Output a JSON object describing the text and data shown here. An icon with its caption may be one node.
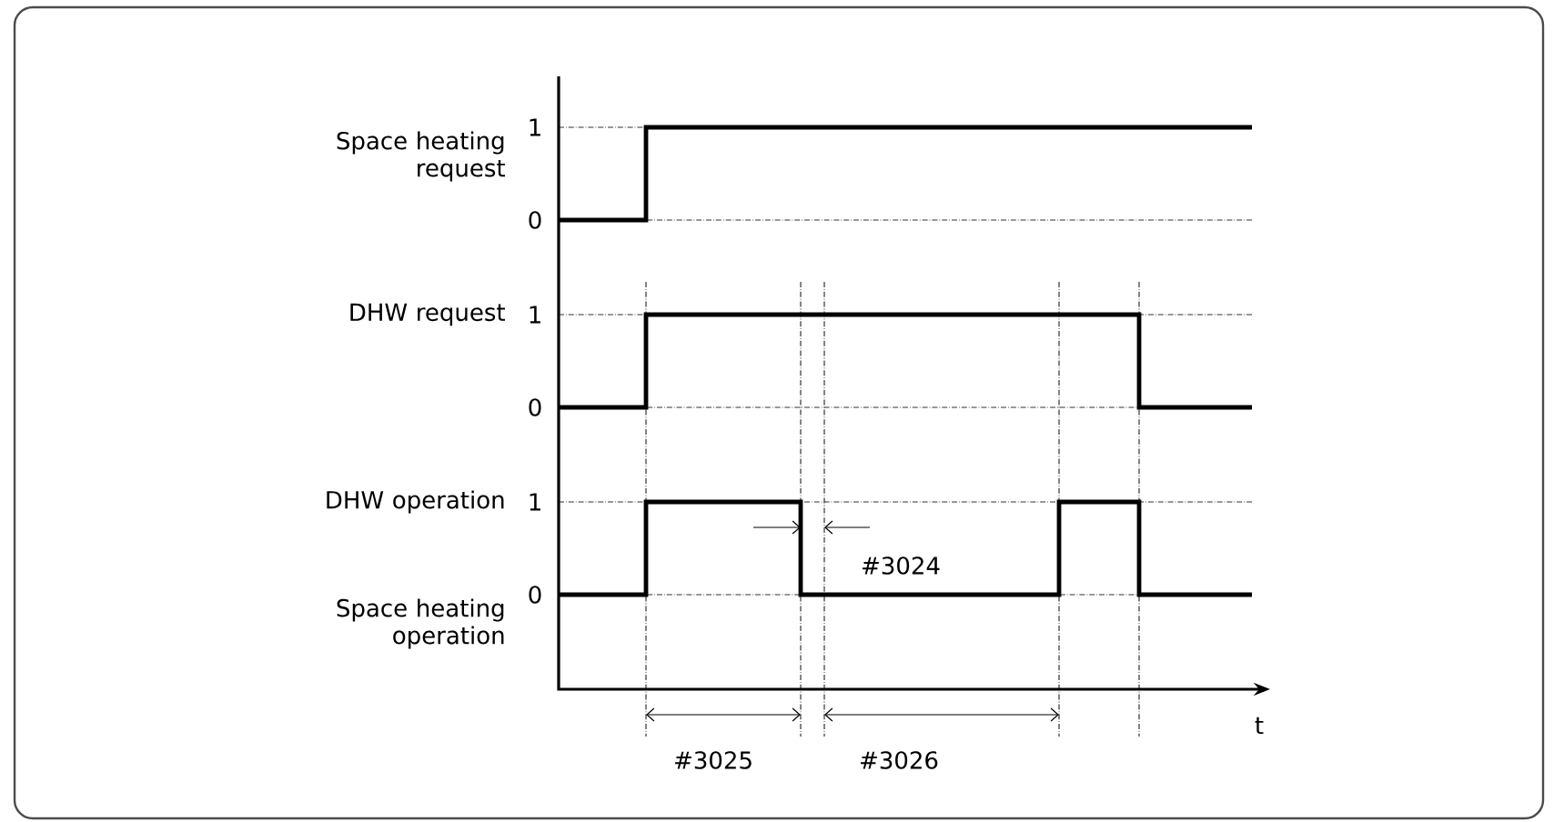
{
  "diagram": {
    "labels": [
      "Space heating request",
      "1",
      "0",
      "DHW request",
      "1",
      "0",
      "DHW operation",
      "1",
      "#3024",
      "Space heating operation",
      "0",
      "t",
      "#3025",
      "#3026"
    ]
  }
}
